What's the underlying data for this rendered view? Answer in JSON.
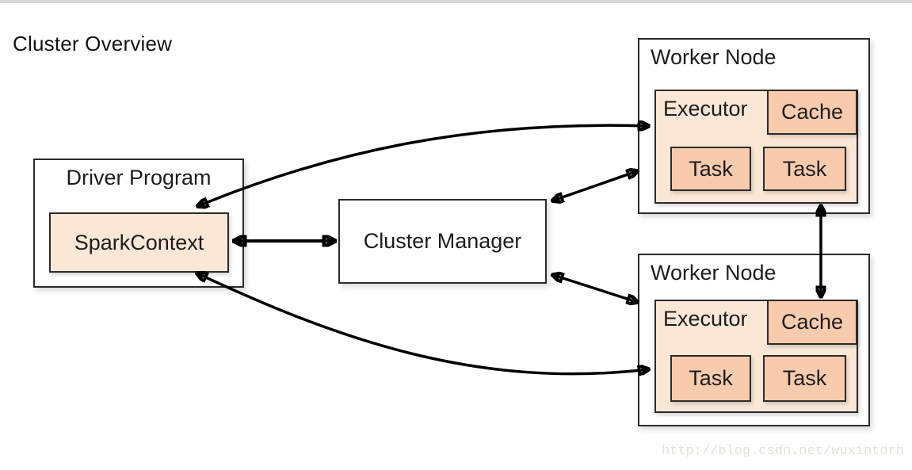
{
  "title": "Cluster Overview",
  "watermark": "http://blog.csdn.net/wuxintdrh",
  "colors": {
    "top_edge_bar": "#d7d7d7",
    "outer_box_fill": "#ffffff",
    "executor_fill": "#fbe7d6",
    "cache_task_fill": "#f8cbad",
    "box_border": "#2b2b2b",
    "arrow": "#000000",
    "watermark_text": "#e3e3da"
  },
  "nodes": {
    "driver": {
      "label": "Driver Program",
      "spark_context": "SparkContext"
    },
    "cluster_manager": {
      "label": "Cluster Manager"
    },
    "worker1": {
      "label": "Worker Node",
      "executor": "Executor",
      "cache": "Cache",
      "tasks": [
        "Task",
        "Task"
      ]
    },
    "worker2": {
      "label": "Worker Node",
      "executor": "Executor",
      "cache": "Cache",
      "tasks": [
        "Task",
        "Task"
      ]
    }
  },
  "edges": [
    {
      "from": "SparkContext",
      "to": "Worker Node (top) Executor",
      "shape": "curved",
      "bidirectional": true
    },
    {
      "from": "SparkContext",
      "to": "Cluster Manager",
      "shape": "straight",
      "bidirectional": true
    },
    {
      "from": "SparkContext",
      "to": "Worker Node (bottom) Executor",
      "shape": "curved",
      "bidirectional": true
    },
    {
      "from": "Cluster Manager",
      "to": "Worker Node (top)",
      "shape": "straight",
      "bidirectional": true
    },
    {
      "from": "Cluster Manager",
      "to": "Worker Node (bottom)",
      "shape": "straight",
      "bidirectional": true
    },
    {
      "from": "Worker Node (top)",
      "to": "Worker Node (bottom)",
      "shape": "straight",
      "bidirectional": true
    }
  ]
}
